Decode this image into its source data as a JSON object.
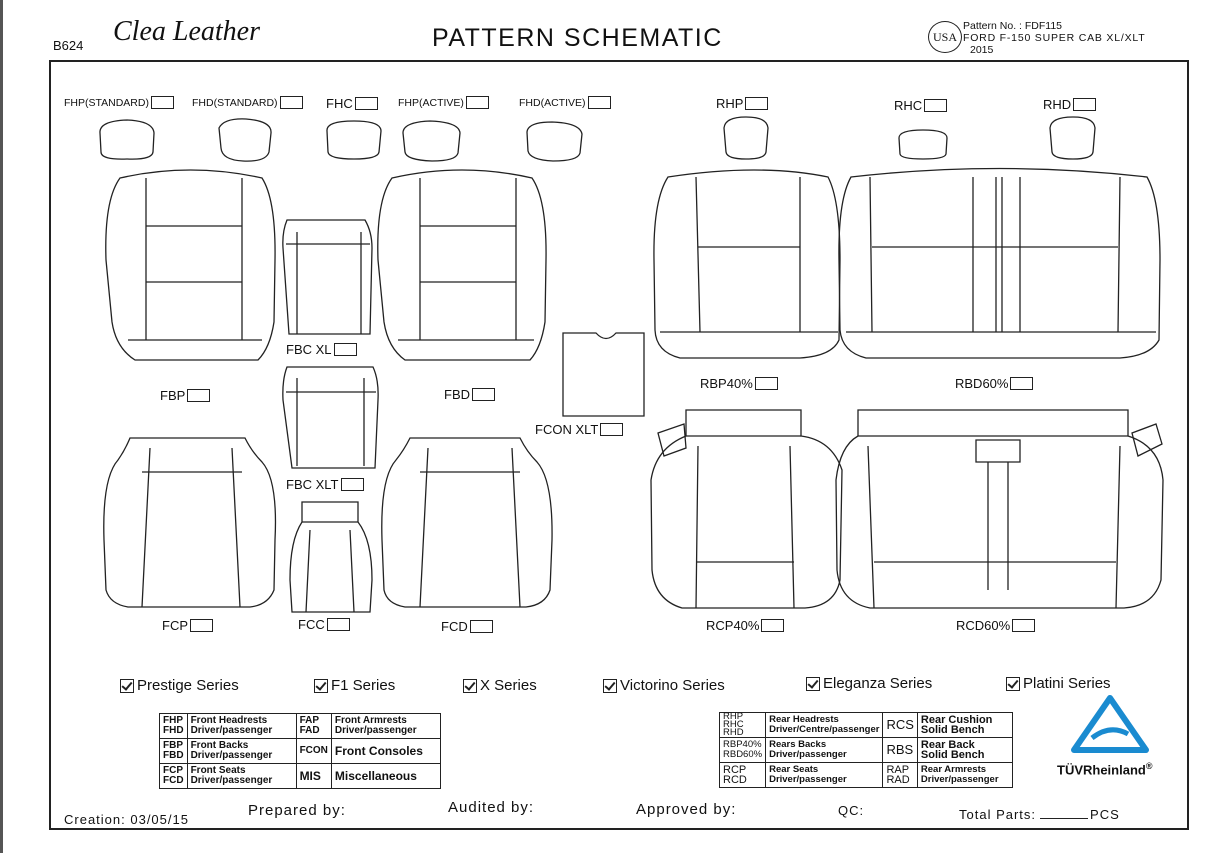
{
  "header": {
    "code": "B624",
    "brand": "Clea Leather",
    "title": "PATTERN SCHEMATIC",
    "usa_badge": "USA",
    "pattern_no": "Pattern No. : FDF115",
    "vehicle": "FORD F-150 SUPER CAB XL/XLT",
    "year": "2015"
  },
  "parts": {
    "fhp_std": "FHP(STANDARD)",
    "fhd_std": "FHD(STANDARD)",
    "fhc": "FHC",
    "fhp_active": "FHP(ACTIVE)",
    "fhd_active": "FHD(ACTIVE)",
    "rhp": "RHP",
    "rhc": "RHC",
    "rhd": "RHD",
    "fbc_xl": "FBC XL",
    "fbp": "FBP",
    "fbd": "FBD",
    "fbc_xlt": "FBC XLT",
    "fcon_xlt": "FCON XLT",
    "rbp40": "RBP40%",
    "rbd60": "RBD60%",
    "fcp": "FCP",
    "fcc": "FCC",
    "fcd": "FCD",
    "rcp40": "RCP40%",
    "rcd60": "RCD60%"
  },
  "series": [
    "Prestige Series",
    "F1 Series",
    "X Series",
    "Victorino Series",
    "Eleganza Series",
    "Platini Series"
  ],
  "legend_left": {
    "r1": {
      "code": "FHP\nFHD",
      "desc": "Front Headrests\nDriver/passenger",
      "code2": "FAP\nFAD",
      "desc2": "Front Armrests\nDriver/passenger"
    },
    "r2": {
      "code": "FBP\nFBD",
      "desc": "Front Backs\nDriver/passenger",
      "code2": "FCON",
      "desc2": "Front Consoles"
    },
    "r3": {
      "code": "FCP\nFCD",
      "desc": "Front Seats\nDriver/passenger",
      "code2": "MIS",
      "desc2": "Miscellaneous"
    }
  },
  "legend_right": {
    "r1": {
      "code": "RHP\nRHC\nRHD",
      "desc": "Rear Headrests\nDriver/Centre/passenger",
      "code2": "RCS",
      "desc2": "Rear Cushion\nSolid Bench"
    },
    "r2": {
      "code": "RBP40%\nRBD60%",
      "desc": "Rears Backs\nDriver/passenger",
      "code2": "RBS",
      "desc2": "Rear Back\nSolid Bench"
    },
    "r3": {
      "code": "RCP\nRCD",
      "desc": "Rear Seats\nDriver/passenger",
      "code2": "RAP\nRAD",
      "desc2": "Rear Armrests\nDriver/passenger"
    }
  },
  "cert": {
    "name": "TÜVRheinland",
    "reg": "®"
  },
  "footer": {
    "creation": "Creation: 03/05/15",
    "prepared": "Prepared by:",
    "audited": "Audited by:",
    "approved": "Approved by:",
    "qc": "QC:",
    "total": "Total Parts:",
    "pcs": "PCS"
  },
  "colors": {
    "ink": "#222222",
    "tuv_blue": "#1a8bd0"
  }
}
